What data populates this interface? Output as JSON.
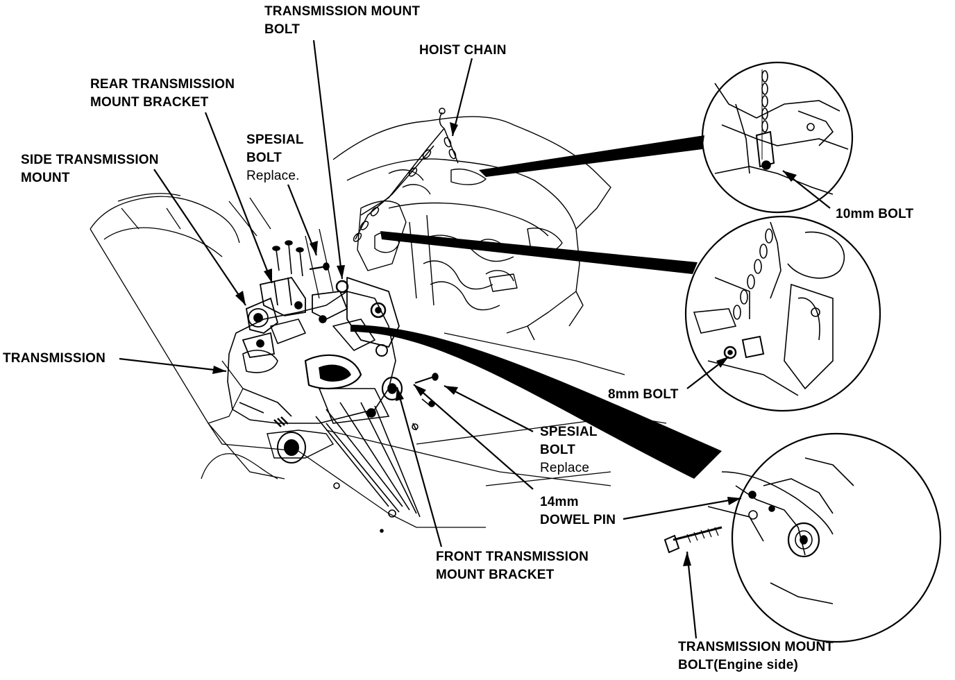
{
  "labels": {
    "transmission_mount_bolt": [
      "TRANSMISSION MOUNT",
      "BOLT"
    ],
    "hoist_chain": "HOIST CHAIN",
    "rear_bracket": [
      "REAR TRANSMISSION",
      "MOUNT BRACKET"
    ],
    "special_bolt_top": [
      "SPESIAL",
      "BOLT",
      "Replace."
    ],
    "side_mount": [
      "SIDE TRANSMISSION",
      "MOUNT"
    ],
    "transmission": "TRANSMISSION",
    "bolt_10mm": "10mm BOLT",
    "bolt_8mm": "8mm BOLT",
    "special_bolt_bottom": [
      "SPESIAL",
      "BOLT",
      "Replace"
    ],
    "dowel_pin": [
      "14mm",
      "DOWEL PIN"
    ],
    "front_bracket": [
      "FRONT TRANSMISSION",
      "MOUNT BRACKET"
    ],
    "engine_side_bolt": [
      "TRANSMISSION MOUNT",
      "BOLT(Engine side)"
    ]
  },
  "colors": {
    "ink": "#000000",
    "paper": "#ffffff"
  }
}
